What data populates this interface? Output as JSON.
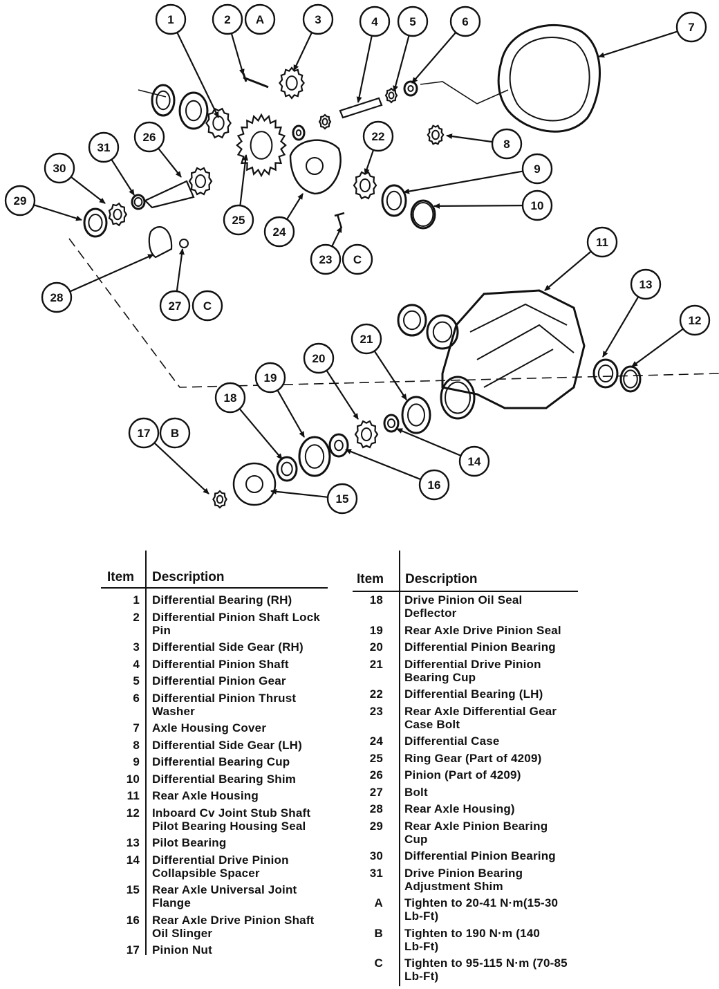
{
  "callouts": [
    {
      "label": "1"
    },
    {
      "label": "2"
    },
    {
      "label": "A"
    },
    {
      "label": "3"
    },
    {
      "label": "4"
    },
    {
      "label": "5"
    },
    {
      "label": "6"
    },
    {
      "label": "7"
    },
    {
      "label": "8"
    },
    {
      "label": "9"
    },
    {
      "label": "10"
    },
    {
      "label": "22"
    },
    {
      "label": "26"
    },
    {
      "label": "31"
    },
    {
      "label": "30"
    },
    {
      "label": "29"
    },
    {
      "label": "25"
    },
    {
      "label": "24"
    },
    {
      "label": "23"
    },
    {
      "label": "C"
    },
    {
      "label": "28"
    },
    {
      "label": "27"
    },
    {
      "label": "C"
    },
    {
      "label": "11"
    },
    {
      "label": "13"
    },
    {
      "label": "12"
    },
    {
      "label": "21"
    },
    {
      "label": "20"
    },
    {
      "label": "19"
    },
    {
      "label": "18"
    },
    {
      "label": "17"
    },
    {
      "label": "B"
    },
    {
      "label": "14"
    },
    {
      "label": "16"
    },
    {
      "label": "15"
    }
  ],
  "legend": {
    "header_item": "Item",
    "header_description": "Description",
    "left": [
      {
        "item": "1",
        "lines": [
          "Differential Bearing  (RH)"
        ]
      },
      {
        "item": "2",
        "lines": [
          "Differential Pinion Shaft Lock",
          "Pin"
        ]
      },
      {
        "item": "3",
        "lines": [
          "Differential Side Gear  (RH)"
        ]
      },
      {
        "item": "4",
        "lines": [
          "Differential Pinion Shaft"
        ]
      },
      {
        "item": "5",
        "lines": [
          "Differential Pinion Gear"
        ]
      },
      {
        "item": "6",
        "lines": [
          "Differential Pinion Thrust",
          "Washer"
        ]
      },
      {
        "item": "7",
        "lines": [
          "Axle Housing Cover"
        ]
      },
      {
        "item": "8",
        "lines": [
          "Differential Side Gear  (LH)"
        ]
      },
      {
        "item": "9",
        "lines": [
          "Differential Bearing Cup"
        ]
      },
      {
        "item": "10",
        "lines": [
          "Differential Bearing Shim"
        ]
      },
      {
        "item": "11",
        "lines": [
          "Rear Axle Housing"
        ]
      },
      {
        "item": "12",
        "lines": [
          "Inboard Cv Joint Stub Shaft",
          "Pilot Bearing Housing Seal"
        ]
      },
      {
        "item": "13",
        "lines": [
          "Pilot Bearing"
        ]
      },
      {
        "item": "14",
        "lines": [
          "Differential Drive Pinion",
          "Collapsible Spacer"
        ]
      },
      {
        "item": "15",
        "lines": [
          "Rear Axle Universal Joint",
          "Flange"
        ]
      },
      {
        "item": "16",
        "lines": [
          "Rear Axle Drive Pinion Shaft",
          "Oil Slinger"
        ]
      },
      {
        "item": "17",
        "lines": [
          "Pinion Nut"
        ]
      }
    ],
    "right": [
      {
        "item": "18",
        "lines": [
          "Drive Pinion Oil Seal",
          "Deflector"
        ]
      },
      {
        "item": "19",
        "lines": [
          "Rear Axle Drive Pinion Seal"
        ]
      },
      {
        "item": "20",
        "lines": [
          "Differential Pinion Bearing"
        ]
      },
      {
        "item": "21",
        "lines": [
          "Differential Drive Pinion",
          "Bearing Cup"
        ]
      },
      {
        "item": "22",
        "lines": [
          "Differential Bearing  (LH)"
        ]
      },
      {
        "item": "23",
        "lines": [
          "Rear Axle Differential Gear",
          "Case Bolt"
        ]
      },
      {
        "item": "24",
        "lines": [
          "Differential Case"
        ]
      },
      {
        "item": "25",
        "lines": [
          "Ring Gear (Part of 4209)"
        ]
      },
      {
        "item": "26",
        "lines": [
          "Pinion (Part of 4209)"
        ]
      },
      {
        "item": "27",
        "lines": [
          "Bolt"
        ]
      },
      {
        "item": "28",
        "lines": [
          "Rear Axle Housing)"
        ]
      },
      {
        "item": "29",
        "lines": [
          "Rear Axle Pinion Bearing",
          "Cup"
        ]
      },
      {
        "item": "30",
        "lines": [
          "Differential Pinion Bearing"
        ]
      },
      {
        "item": "31",
        "lines": [
          "Drive Pinion Bearing",
          "Adjustment Shim"
        ]
      },
      {
        "item": "A",
        "lines": [
          "Tighten to 20-41 N·m(15-30",
          "Lb-Ft)"
        ]
      },
      {
        "item": "B",
        "lines": [
          "Tighten to 190 N·m (140",
          "Lb-Ft)"
        ]
      },
      {
        "item": "C",
        "lines": [
          "Tighten to 95-115 N·m (70-85",
          "Lb-Ft)"
        ]
      }
    ]
  }
}
